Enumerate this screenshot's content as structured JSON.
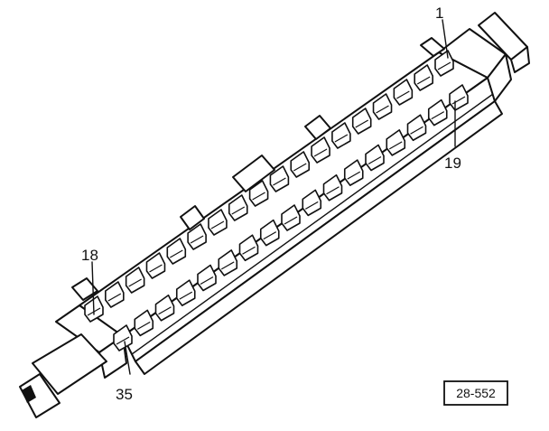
{
  "labels": {
    "pin_1": "1",
    "pin_18": "18",
    "pin_19": "19",
    "pin_35": "35"
  },
  "figure_code": "28-552",
  "terminals": {
    "upper_row": 18,
    "lower_row": 17
  },
  "colors": {
    "ink": "#111111",
    "paper": "#ffffff"
  }
}
